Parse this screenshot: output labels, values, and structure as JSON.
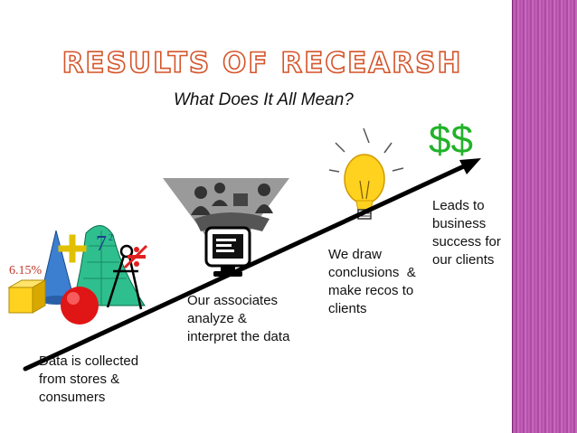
{
  "slide": {
    "title": "RESULTS OF RECEARSH",
    "subtitle": "What Does It All Mean?",
    "money_symbol": "$$",
    "math_labels": {
      "percent": "6.15%",
      "seven": "7",
      "exponent": "2"
    },
    "steps": [
      {
        "text": "Data is collected\nfrom stores &\nconsumers"
      },
      {
        "text": "Our associates\nanalyze &\ninterpret the data"
      },
      {
        "text": "We draw\nconclusions  &\nmake recos to\nclients"
      },
      {
        "text": "Leads to\nbusiness\nsuccess for\nour clients"
      }
    ]
  },
  "colors": {
    "title_outline": "#d5542a",
    "money": "#22b22a",
    "arrow": "#000000",
    "sidebar": "#b04aa4"
  },
  "icons": [
    "math-shapes-clipart",
    "meeting-people-icon",
    "computer-monitor-icon",
    "light-bulb-icon",
    "arrow-line"
  ]
}
